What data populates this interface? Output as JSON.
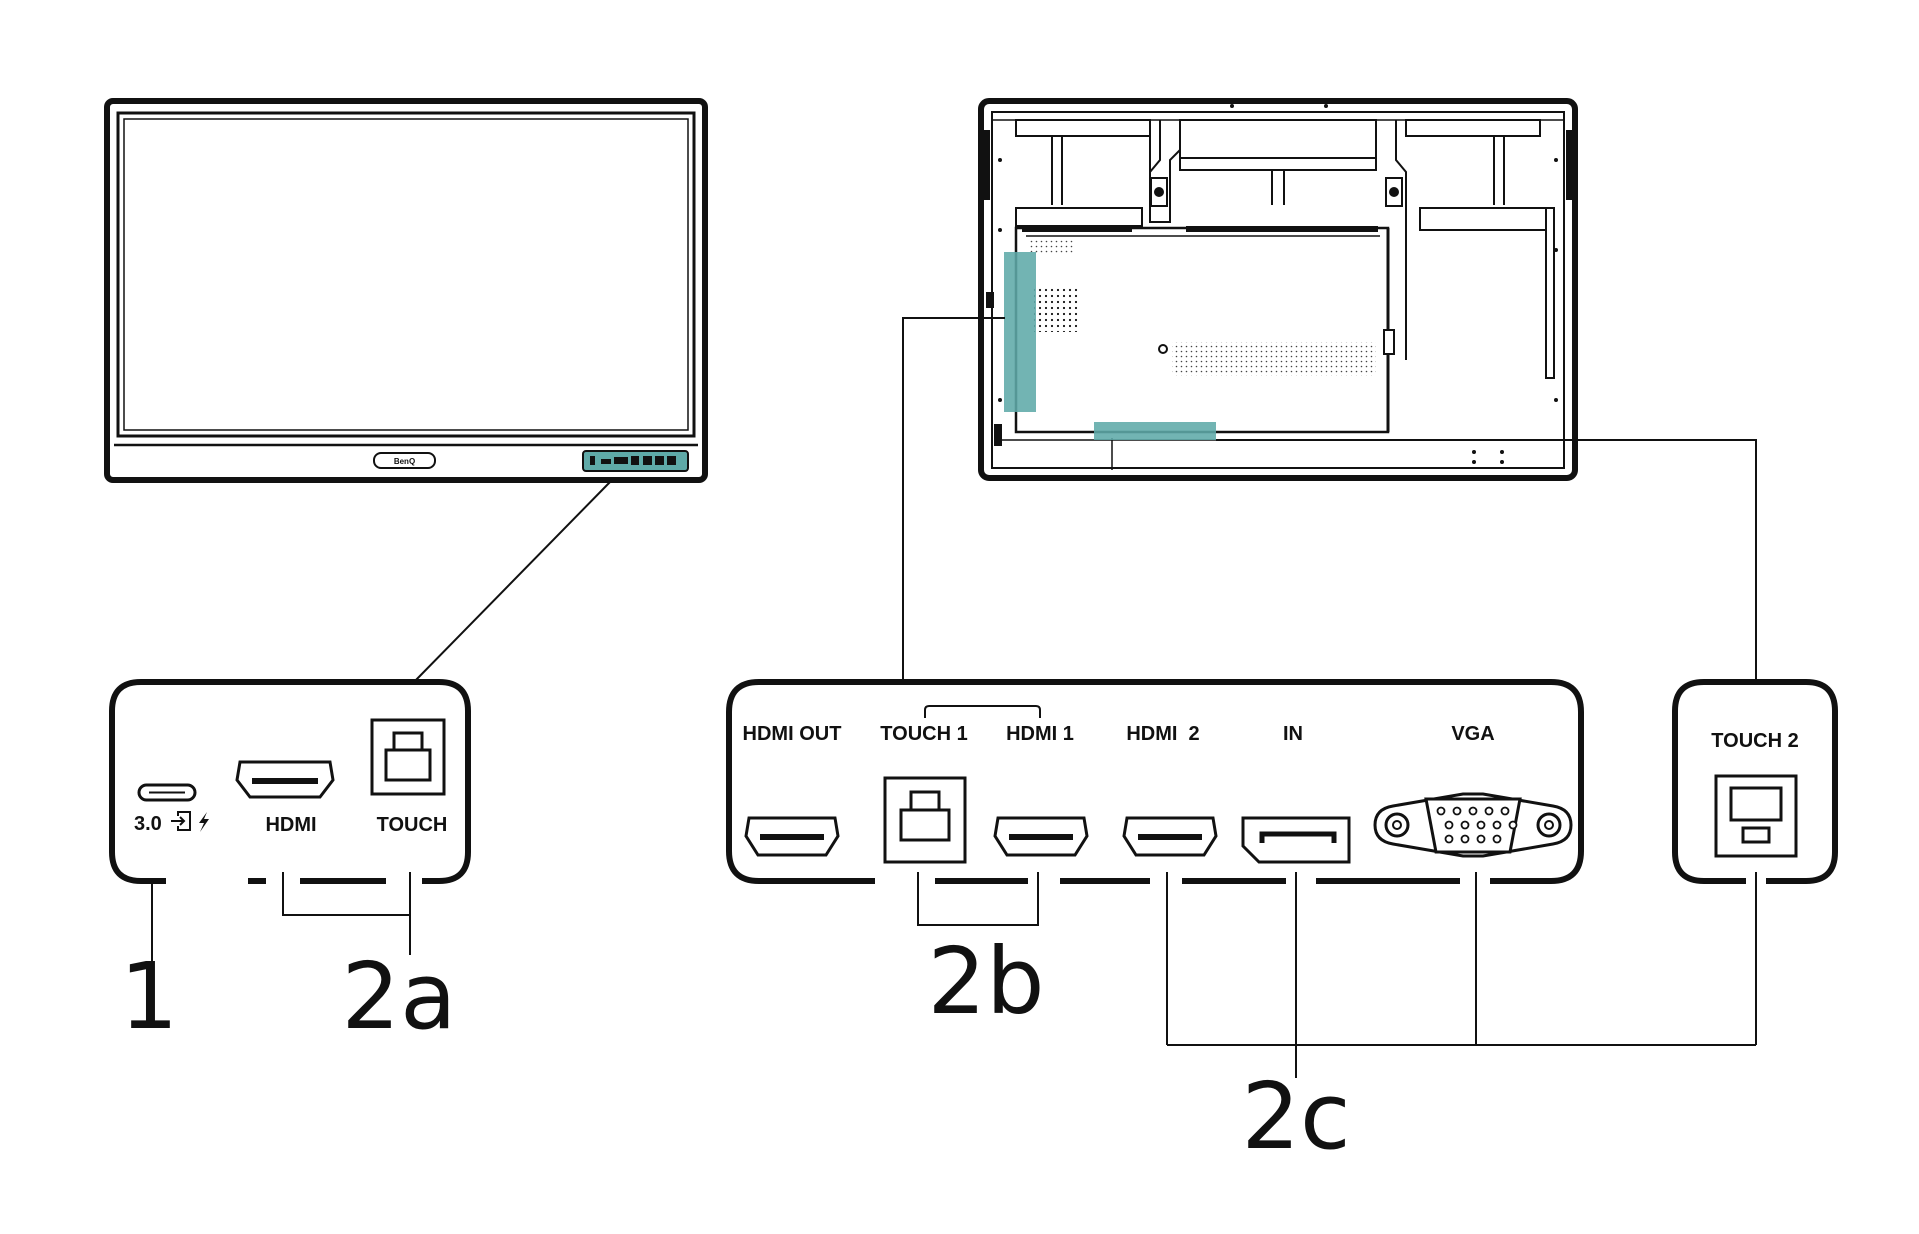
{
  "colors": {
    "ink": "#111111",
    "highlight": "#5faaa8",
    "background": "#ffffff"
  },
  "front_display": {
    "logo_text": "BenQ"
  },
  "front_panel": {
    "usb_c": {
      "label": "3.0",
      "icons": [
        "input-icon",
        "charging-bolt-icon"
      ]
    },
    "hdmi": {
      "label": "HDMI"
    },
    "touch": {
      "label": "TOUCH"
    }
  },
  "rear_panel": {
    "hdmi_out": {
      "label": "HDMI OUT"
    },
    "touch1": {
      "label": "TOUCH 1"
    },
    "hdmi1": {
      "label": "HDMI 1"
    },
    "hdmi2": {
      "label": "HDMI  2"
    },
    "dp_in": {
      "label": "IN"
    },
    "vga": {
      "label": "VGA"
    }
  },
  "side_panel": {
    "touch2": {
      "label": "TOUCH 2"
    }
  },
  "callouts": {
    "c1": "1",
    "c2a": "2a",
    "c2b": "2b",
    "c2c": "2c"
  }
}
